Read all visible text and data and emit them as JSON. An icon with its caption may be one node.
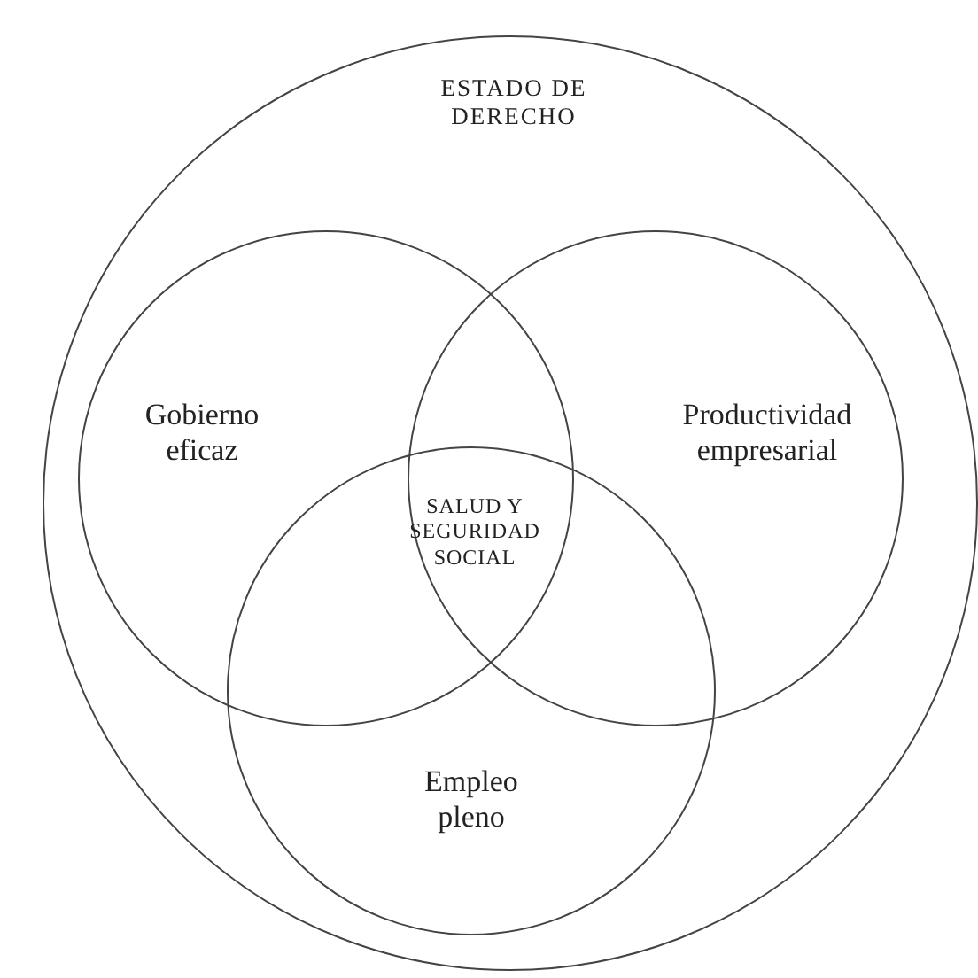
{
  "diagram": {
    "nodes": [
      {
        "text": [
          "ESTADO DE DERECHO"
        ]
      },
      {
        "text": [
          "Gobierno eficaz"
        ],
        "in": 0
      },
      {
        "text": [
          "Productividad empresarial"
        ],
        "in": 0
      },
      {
        "text": [
          "Empleo pleno"
        ],
        "in": 0
      }
    ],
    "labels": [
      "SALUD Y SEGURIDAD SOCIAL"
    ]
  }
}
